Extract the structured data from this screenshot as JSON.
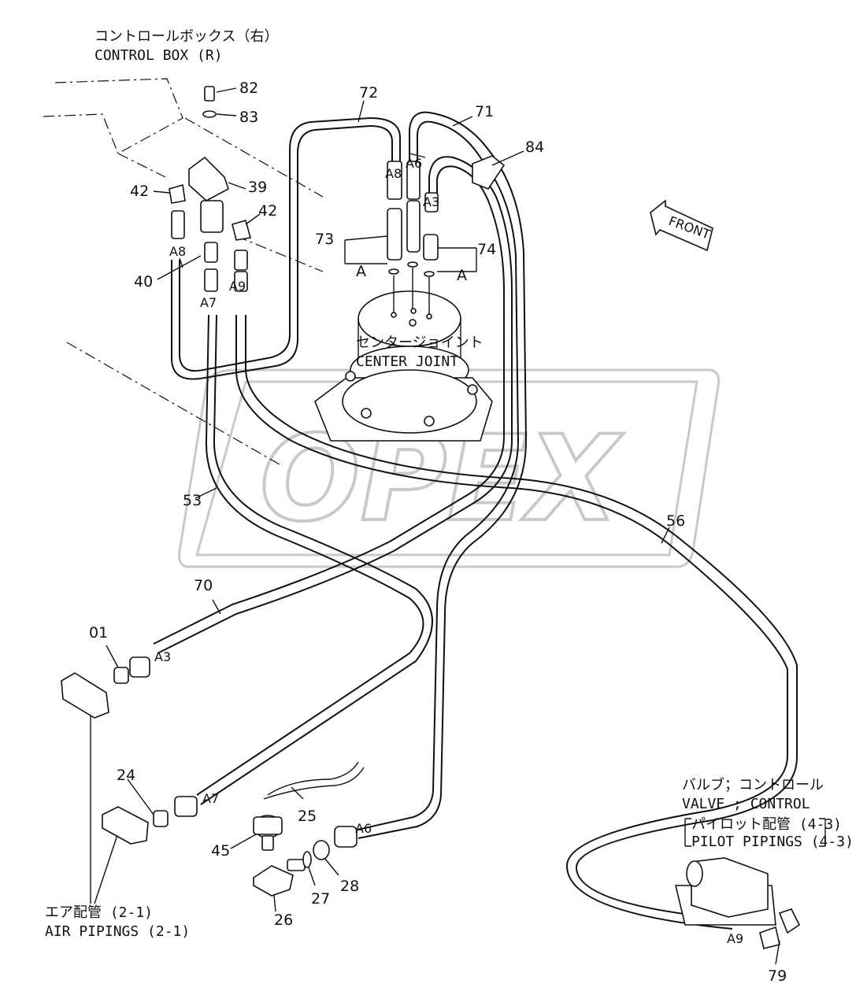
{
  "labels": {
    "control_box_jp": "コントロールボックス（右）",
    "control_box_en": "CONTROL BOX (R)",
    "center_joint_jp": "センタージョイント",
    "center_joint_en": "CENTER JOINT",
    "front": "FRONT",
    "valve_jp": "バルブ；コントロール",
    "valve_en": "VALVE ; CONTROL",
    "pilot_jp": "パイロット配管 (4-3)",
    "pilot_en": "PILOT PIPINGS (4-3)",
    "air_jp": "エア配管 (2-1)",
    "air_en": "AIR PIPINGS (2-1)",
    "watermark": "OPEX"
  },
  "part_numbers": {
    "p82": "82",
    "p83": "83",
    "p72": "72",
    "p71": "71",
    "p84": "84",
    "p39": "39",
    "p42a": "42",
    "p42b": "42",
    "p40": "40",
    "p73": "73",
    "p74": "74",
    "p53": "53",
    "p56": "56",
    "p70": "70",
    "p01": "01",
    "p24": "24",
    "p25": "25",
    "p45": "45",
    "p27": "27",
    "p28": "28",
    "p26": "26",
    "p79": "79",
    "pA_left": "A",
    "pA_right": "A"
  },
  "connections": {
    "c_A8_top": "A8",
    "c_A6_top": "A6",
    "c_A3_top": "A3",
    "c_A8_left": "A8",
    "c_A7_left": "A7",
    "c_A9_left": "A9",
    "c_A3_bottom": "A3",
    "c_A7_bottom": "A7",
    "c_A6_bottom": "A6",
    "c_A9_bottom": "A9"
  }
}
